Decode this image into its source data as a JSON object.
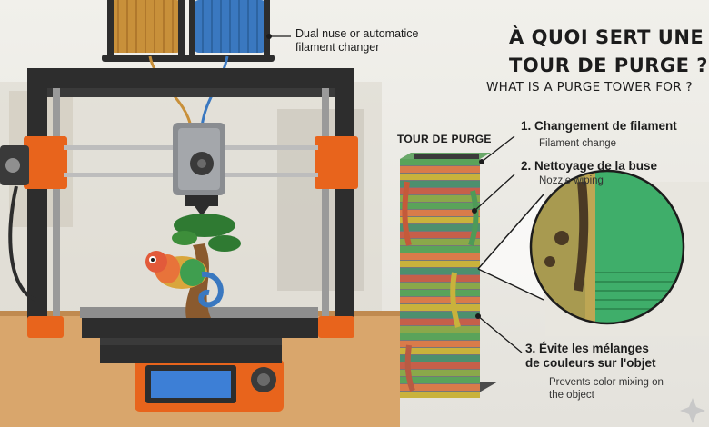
{
  "title": {
    "french_line1": "À QUOI SERT UNE",
    "french_line2": "TOUR DE PURGE ?",
    "english": "WHAT IS A PURGE TOWER FOR ?"
  },
  "callout_nozzle": {
    "line1": "Dual nuse or automatice",
    "line2": "filament changer"
  },
  "tower_label": "TOUR DE PURGE",
  "steps": [
    {
      "french": "1. Changement de filament",
      "english": "Filament change"
    },
    {
      "french": "2. Nettoyage de la buse",
      "english": "Nozzle wiping"
    },
    {
      "french_line1": "3. Évite les mélanges",
      "french_line2": "de couleurs sur l'objet",
      "english_line1": "Prevents color mixing on",
      "english_line2": "the object"
    }
  ],
  "colors": {
    "frame_orange": "#e8641c",
    "frame_black": "#2d2d2d",
    "filament_left": "#c8903a",
    "filament_right": "#3a78c0",
    "tower_layers": [
      "#5aa35a",
      "#d97b4a",
      "#c9b23c",
      "#4d8f6e",
      "#c65f4a",
      "#8aa84a"
    ],
    "zoom_green": "#3fae6a"
  },
  "icons": [
    "spool-left-icon",
    "spool-right-icon",
    "printer-icon",
    "chameleon-icon",
    "bonsai-icon",
    "knob-icon",
    "sparkle-icon"
  ]
}
